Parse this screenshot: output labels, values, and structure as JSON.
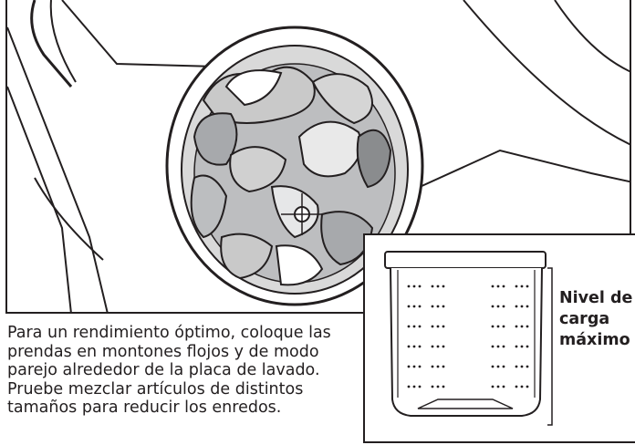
{
  "instructions": {
    "text": "Para un rendimiento óptimo, coloque las\nprendas en montones flojos y de modo\nparejo alrededor de la placa de lavado.\nPruebe mezclar artículos de distintos\ntamaños para reducir los enredos."
  },
  "inset": {
    "label": "Nivel de\ncarga\nmáximo"
  },
  "colors": {
    "line": "#231f20",
    "gray_light": "#c9c9c9",
    "gray_mid": "#a7a9ac",
    "gray_dark": "#8a8c8e"
  },
  "icons": {
    "main": "washer-drum-illustration",
    "inset": "wash-basket-diagram-icon"
  }
}
